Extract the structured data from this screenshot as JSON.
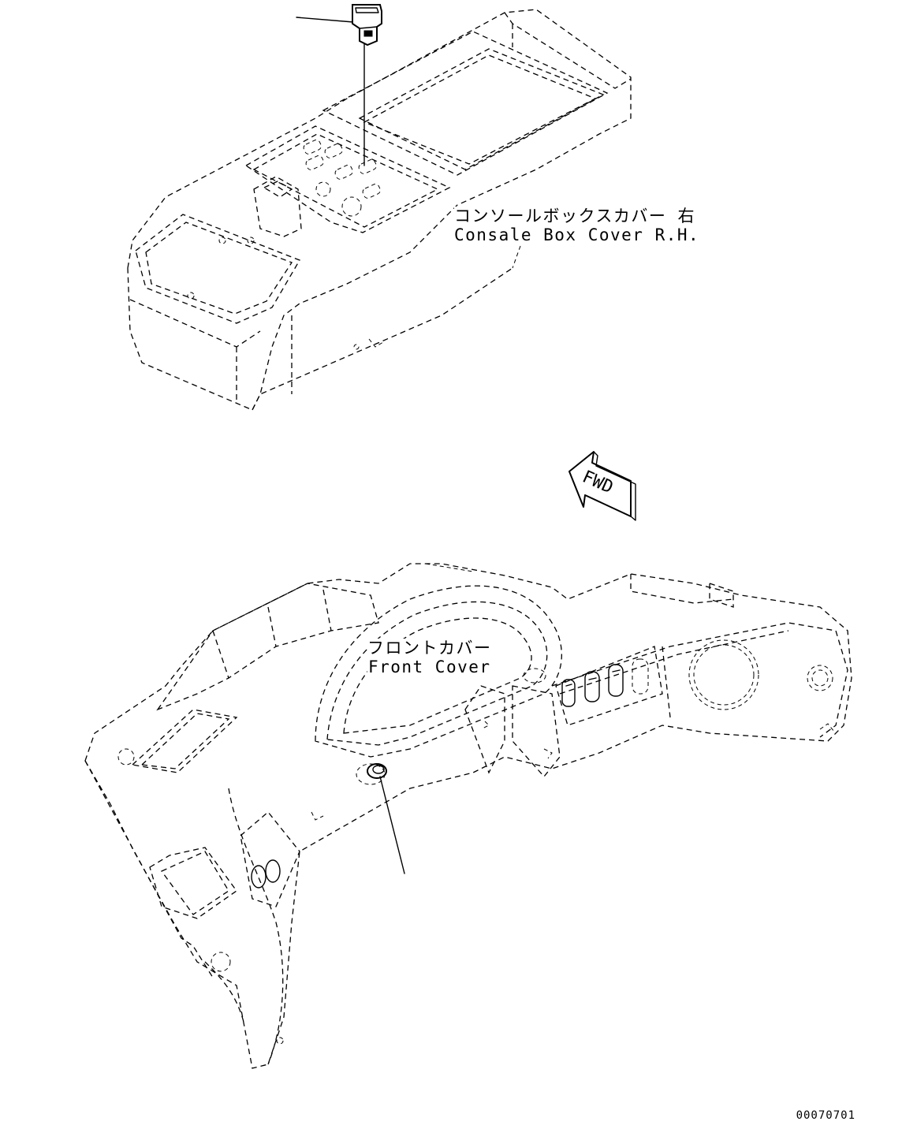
{
  "labels": {
    "console_box": {
      "japanese": "コンソールボックスカバー 右",
      "english": "Consale Box Cover R.H."
    },
    "front_cover": {
      "japanese": "フロントカバー",
      "english": "Front Cover"
    },
    "direction_arrow": "FWD"
  },
  "drawing_number": "00070701"
}
